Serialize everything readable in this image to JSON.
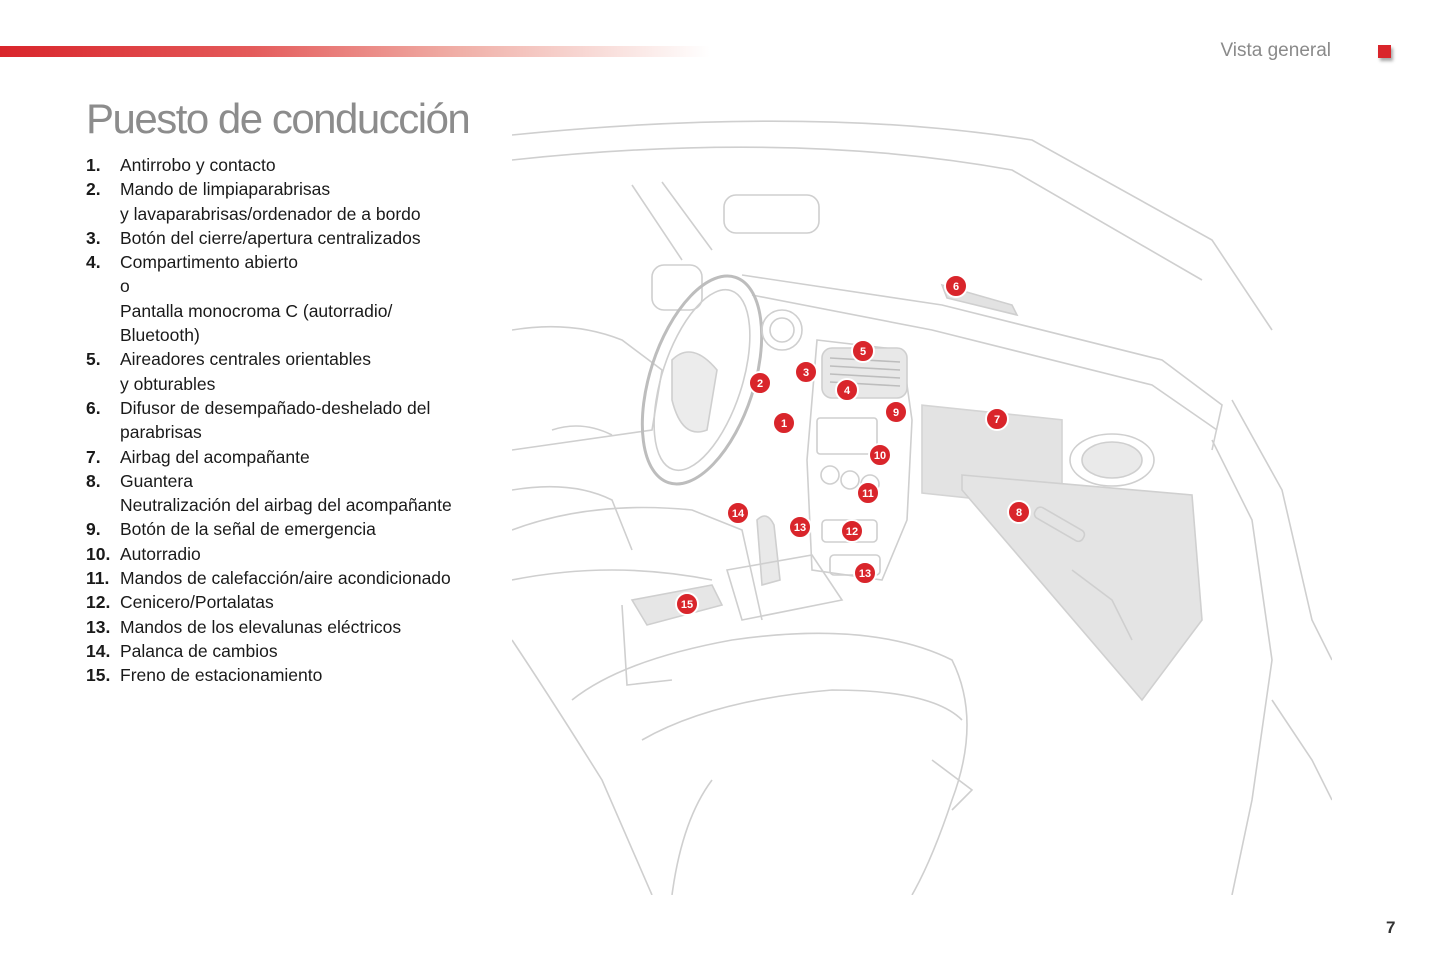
{
  "header": {
    "section_title": "Vista general",
    "accent_color": "#d9252b"
  },
  "page": {
    "title": "Puesto de conducción",
    "number": "7"
  },
  "legend": [
    {
      "num": "1.",
      "lines": [
        "Antirrobo y contacto"
      ]
    },
    {
      "num": "2.",
      "lines": [
        "Mando de limpiaparabrisas",
        "y lavaparabrisas/ordenador de a bordo"
      ]
    },
    {
      "num": "3.",
      "lines": [
        "Botón del cierre/apertura centralizados"
      ]
    },
    {
      "num": "4.",
      "lines": [
        "Compartimento abierto",
        "o",
        "Pantalla monocroma C (autorradio/",
        "Bluetooth)"
      ]
    },
    {
      "num": "5.",
      "lines": [
        "Aireadores centrales orientables",
        "y obturables"
      ]
    },
    {
      "num": "6.",
      "lines": [
        "Difusor de desempañado-deshelado del",
        "parabrisas"
      ]
    },
    {
      "num": "7.",
      "lines": [
        "Airbag del acompañante"
      ]
    },
    {
      "num": "8.",
      "lines": [
        "Guantera",
        "Neutralización del airbag del acompañante"
      ]
    },
    {
      "num": "9.",
      "lines": [
        "Botón de la señal de emergencia"
      ]
    },
    {
      "num": "10.",
      "lines": [
        "Autorradio"
      ]
    },
    {
      "num": "11.",
      "lines": [
        "Mandos de calefacción/aire acondicionado"
      ]
    },
    {
      "num": "12.",
      "lines": [
        "Cenicero/Portalatas"
      ]
    },
    {
      "num": "13.",
      "lines": [
        "Mandos de los elevalunas eléctricos"
      ]
    },
    {
      "num": "14.",
      "lines": [
        "Palanca de cambios"
      ]
    },
    {
      "num": "15.",
      "lines": [
        "Freno de estacionamiento"
      ]
    }
  ],
  "callouts": [
    "1",
    "2",
    "3",
    "4",
    "5",
    "6",
    "7",
    "8",
    "9",
    "10",
    "11",
    "12",
    "13",
    "13",
    "14",
    "15"
  ],
  "callout_color": "#d9252b"
}
